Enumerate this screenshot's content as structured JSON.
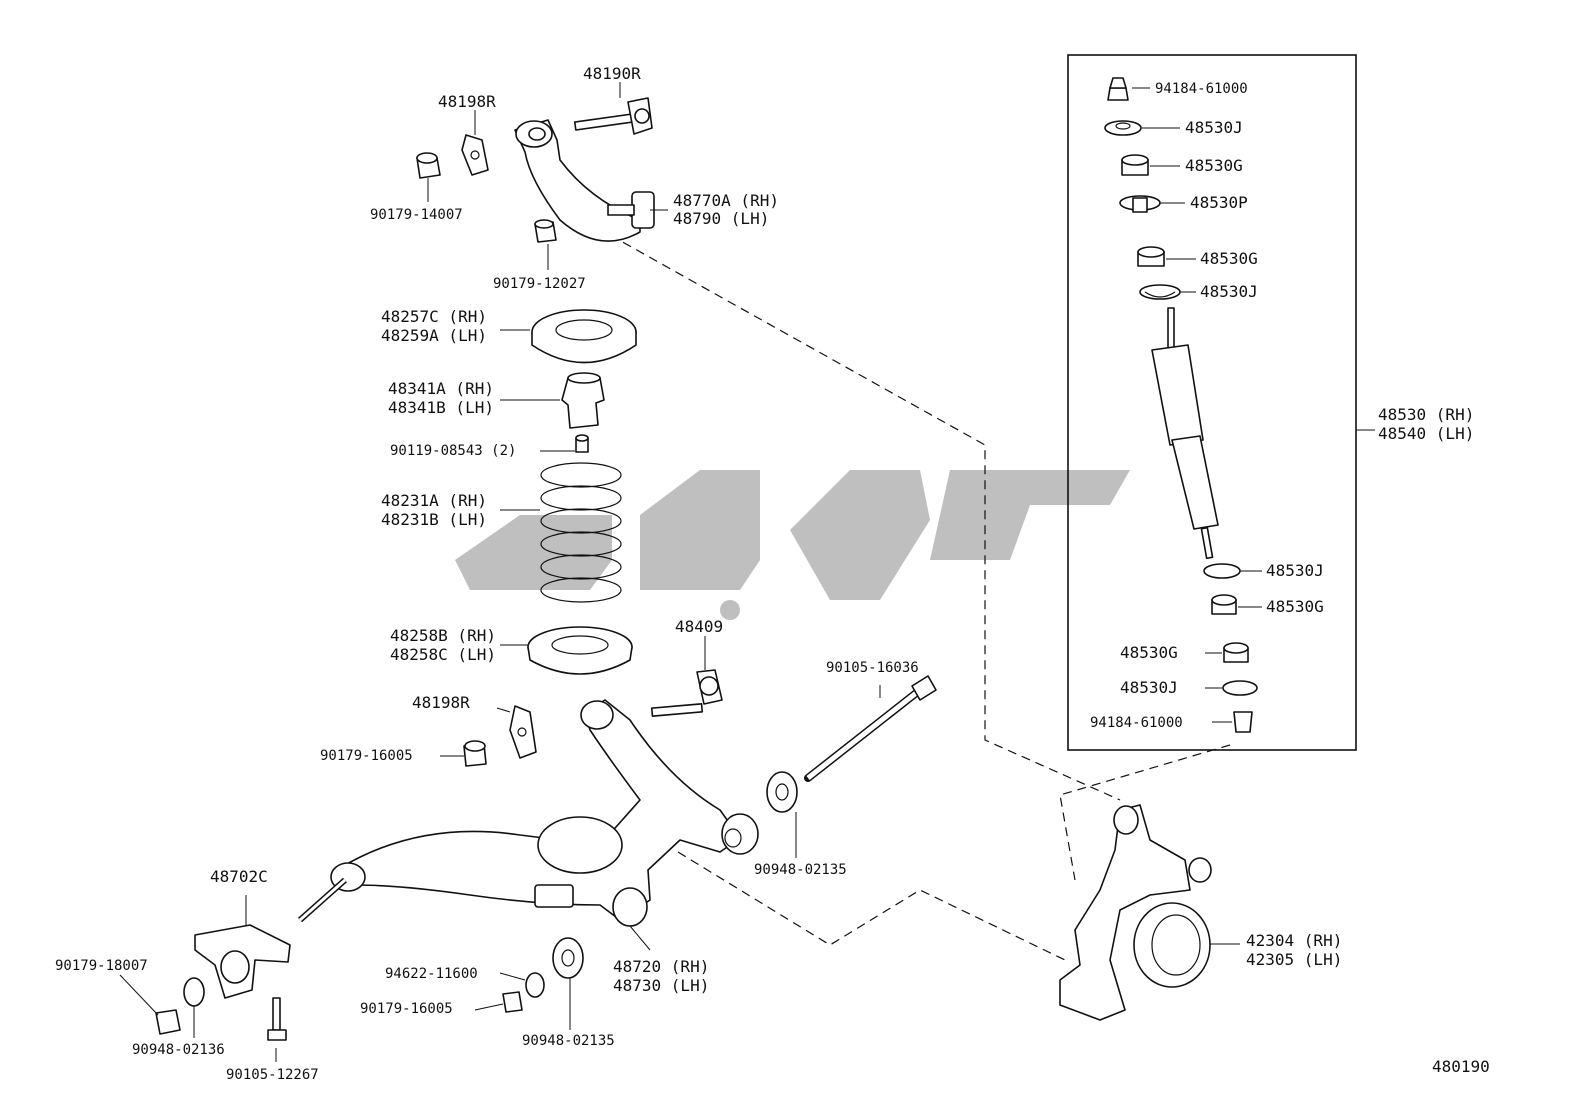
{
  "diagram_number": "480190",
  "labels": {
    "l_48190R": "48190R",
    "l_48198R_top": "48198R",
    "l_90179_14007": "90179-14007",
    "l_48770A": "48770A (RH)",
    "l_48790": "48790   (LH)",
    "l_90179_12027": "90179-12027",
    "l_48257C": "48257C (RH)",
    "l_48259A": "48259A (LH)",
    "l_48341A": "48341A (RH)",
    "l_48341B": "48341B (LH)",
    "l_90119_08543": "90119-08543 (2)",
    "l_48231A": "48231A (RH)",
    "l_48231B": "48231B (LH)",
    "l_48258B": "48258B (RH)",
    "l_48258C": "48258C (LH)",
    "l_48409": "48409",
    "l_48198R_mid": "48198R",
    "l_90179_16005_mid": "90179-16005",
    "l_90105_16036": "90105-16036",
    "l_90948_02135_right": "90948-02135",
    "l_48702C": "48702C",
    "l_90179_18007": "90179-18007",
    "l_90948_02136": "90948-02136",
    "l_90105_12267": "90105-12267",
    "l_94622_11600": "94622-11600",
    "l_90179_16005_low": "90179-16005",
    "l_90948_02135_low": "90948-02135",
    "l_48720": "48720 (RH)",
    "l_48730": "48730 (LH)",
    "l_42304": "42304 (RH)",
    "l_42305": "42305 (LH)",
    "l_48530": "48530 (RH)",
    "l_48540": "48540 (LH)"
  },
  "box_labels": {
    "b1": "94184-61000",
    "b2": "48530J",
    "b3": "48530G",
    "b4": "48530P",
    "b5": "48530G",
    "b6": "48530J",
    "b7": "48530J",
    "b8": "48530G",
    "b9": "48530G",
    "b10": "48530J",
    "b11": "94184-61000"
  }
}
